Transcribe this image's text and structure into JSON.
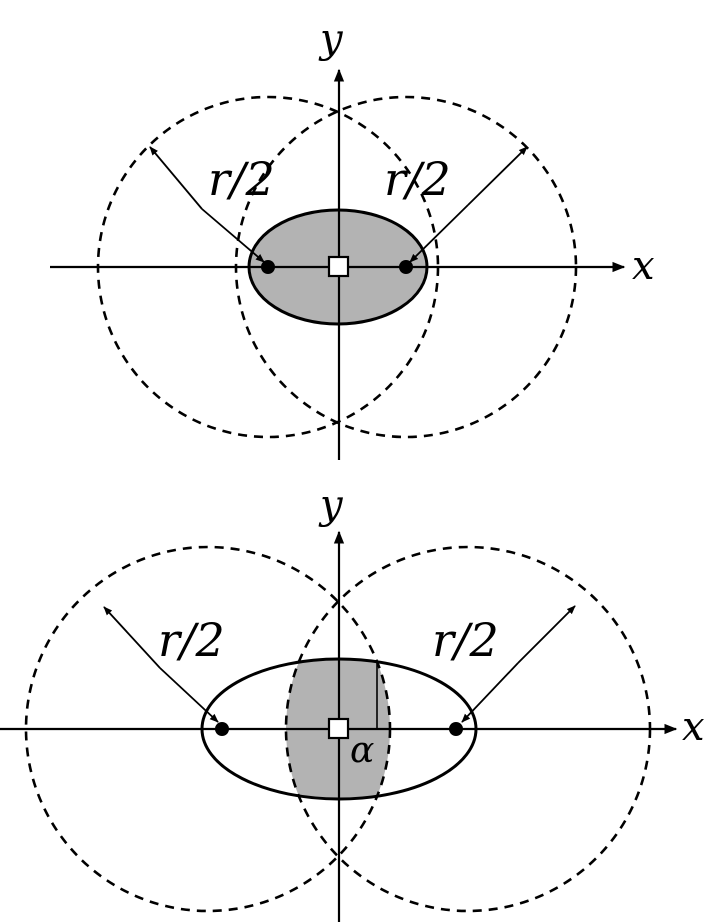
{
  "colors": {
    "shade": "#b3b3b3",
    "ink": "#000000",
    "background": "#ffffff"
  },
  "panels": [
    {
      "id": "top",
      "x_axis_label": "x",
      "y_axis_label": "y",
      "radius_label_left": "r/2",
      "radius_label_right": "r/2",
      "center_marker": "open-square",
      "focus_markers": "filled-dots",
      "shading": "full-ellipse"
    },
    {
      "id": "bottom",
      "x_axis_label": "x",
      "y_axis_label": "y",
      "radius_label_left": "r/2",
      "radius_label_right": "r/2",
      "angle_label": "α",
      "center_marker": "open-square",
      "focus_markers": "filled-dots",
      "shading": "circle-intersection-within-ellipse"
    }
  ]
}
